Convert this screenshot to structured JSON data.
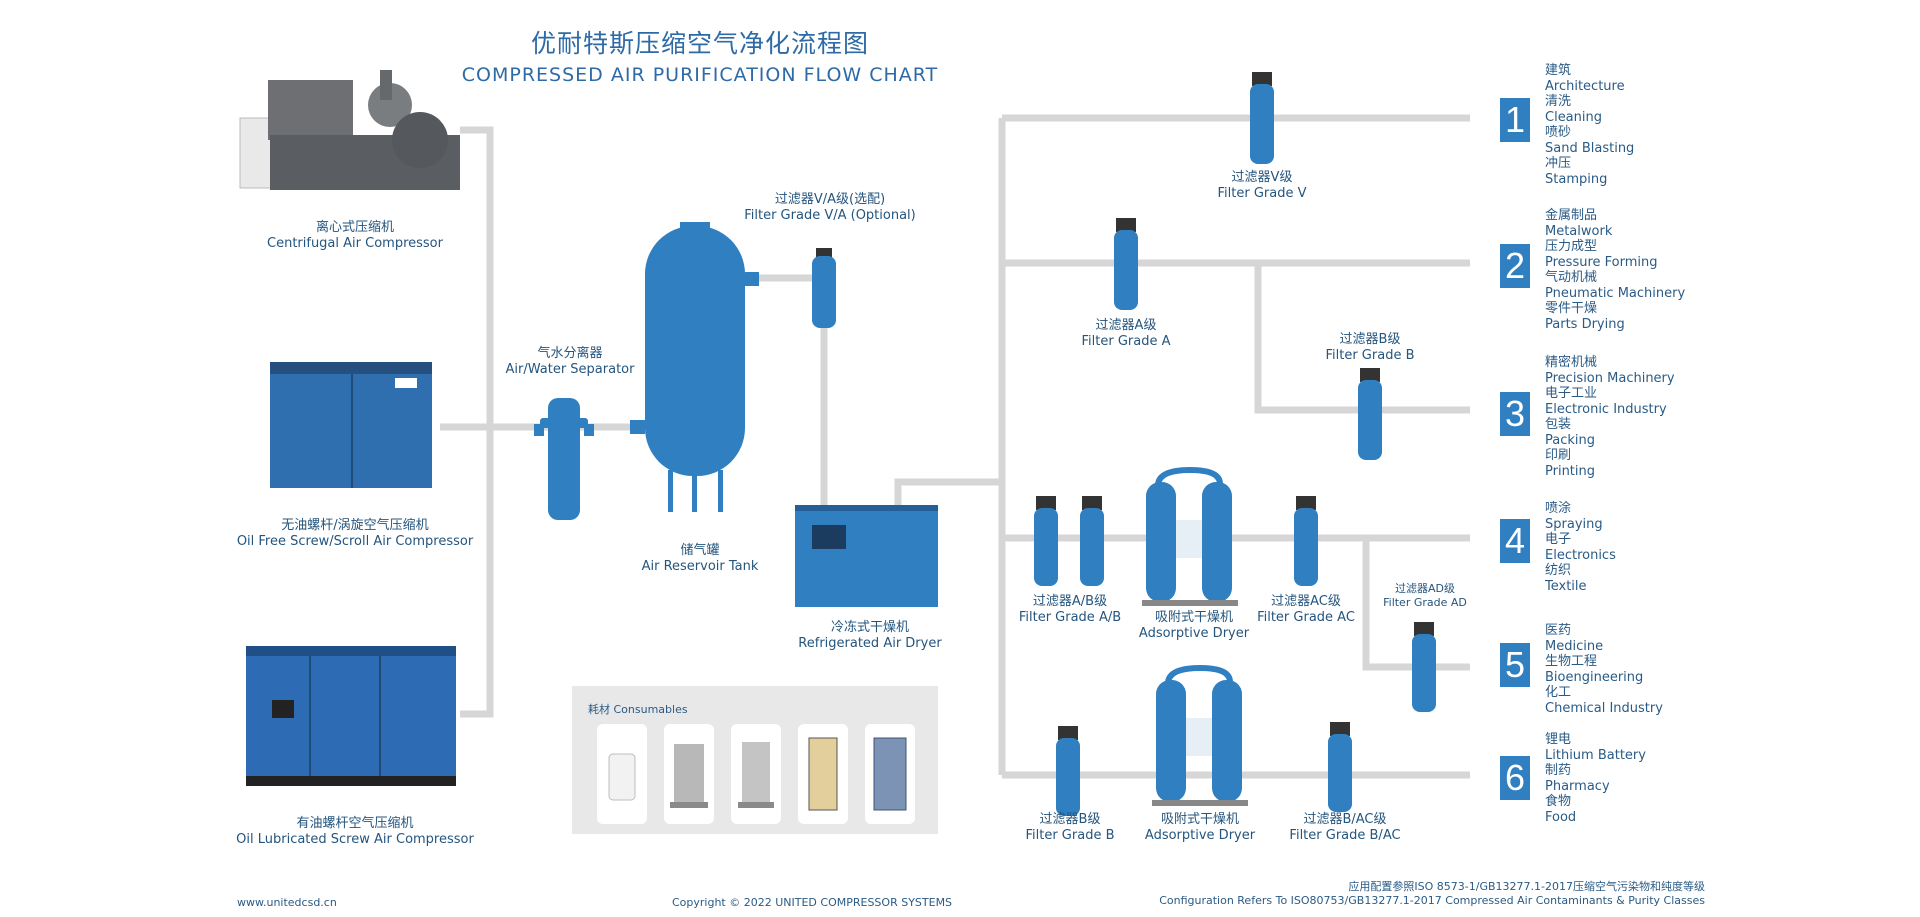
{
  "header": {
    "title_cn": "优耐特斯压缩空气净化流程图",
    "title_en": "COMPRESSED AIR PURIFICATION FLOW CHART"
  },
  "compressors": [
    {
      "cn": "离心式压缩机",
      "en": "Centrifugal Air Compressor"
    },
    {
      "cn": "无油螺杆/涡旋空气压缩机",
      "en": "Oil Free Screw/Scroll Air Compressor"
    },
    {
      "cn": "有油螺杆空气压缩机",
      "en": "Oil Lubricated Screw Air Compressor"
    }
  ],
  "equipment": {
    "separator": {
      "cn": "气水分离器",
      "en": "Air/Water Separator"
    },
    "tank": {
      "cn": "储气罐",
      "en": "Air Reservoir Tank"
    },
    "filter_va": {
      "cn": "过滤器V/A级(选配)",
      "en": "Filter Grade V/A (Optional)"
    },
    "dryer_refrig": {
      "cn": "冷冻式干燥机",
      "en": "Refrigerated Air Dryer"
    },
    "filter_v": {
      "cn": "过滤器V级",
      "en": "Filter Grade V"
    },
    "filter_a": {
      "cn": "过滤器A级",
      "en": "Filter Grade A"
    },
    "filter_b_top": {
      "cn": "过滤器B级",
      "en": "Filter Grade B"
    },
    "filter_ab": {
      "cn": "过滤器A/B级",
      "en": "Filter Grade A/B"
    },
    "dryer_ads_1": {
      "cn": "吸附式干燥机",
      "en": "Adsorptive Dryer"
    },
    "filter_ac": {
      "cn": "过滤器AC级",
      "en": "Filter Grade AC"
    },
    "filter_ad": {
      "cn": "过滤器AD级",
      "en": "Filter Grade AD"
    },
    "filter_b_bottom": {
      "cn": "过滤器B级",
      "en": "Filter Grade B"
    },
    "dryer_ads_2": {
      "cn": "吸附式干燥机",
      "en": "Adsorptive Dryer"
    },
    "filter_bac": {
      "cn": "过滤器B/AC级",
      "en": "Filter Grade B/AC"
    }
  },
  "applications": [
    {
      "num": "1",
      "items": [
        "建筑",
        "Architecture",
        "清洗",
        "Cleaning",
        "喷砂",
        "Sand Blasting",
        "冲压",
        "Stamping"
      ]
    },
    {
      "num": "2",
      "items": [
        "金属制品",
        "Metalwork",
        "压力成型",
        "Pressure Forming",
        "气动机械",
        "Pneumatic Machinery",
        "零件干燥",
        "Parts Drying"
      ]
    },
    {
      "num": "3",
      "items": [
        "精密机械",
        "Precision Machinery",
        "电子工业",
        "Electronic Industry",
        "包装",
        "Packing",
        "印刷",
        "Printing"
      ]
    },
    {
      "num": "4",
      "items": [
        "喷涂",
        "Spraying",
        "电子",
        "Electronics",
        "纺织",
        "Textile"
      ]
    },
    {
      "num": "5",
      "items": [
        "医药",
        "Medicine",
        "生物工程",
        "Bioengineering",
        "化工",
        "Chemical Industry"
      ]
    },
    {
      "num": "6",
      "items": [
        "锂电",
        "Lithium Battery",
        "制药",
        "Pharmacy",
        "食物",
        "Food"
      ]
    }
  ],
  "consumables": {
    "title": "耗材 Consumables"
  },
  "footer": {
    "website": "www.unitedcsd.cn",
    "copyright": "Copyright © 2022 UNITED COMPRESSOR SYSTEMS",
    "config_cn": "应用配置参照ISO 8573-1/GB13277.1-2017压缩空气污染物和纯度等级",
    "config_en": "Configuration Refers To ISO80753/GB13277.1-2017 Compressed Air Contaminants & Purity Classes"
  },
  "colors": {
    "accent": "#2f7fc1",
    "pipe": "#d6d6d6",
    "text": "#24557e"
  }
}
